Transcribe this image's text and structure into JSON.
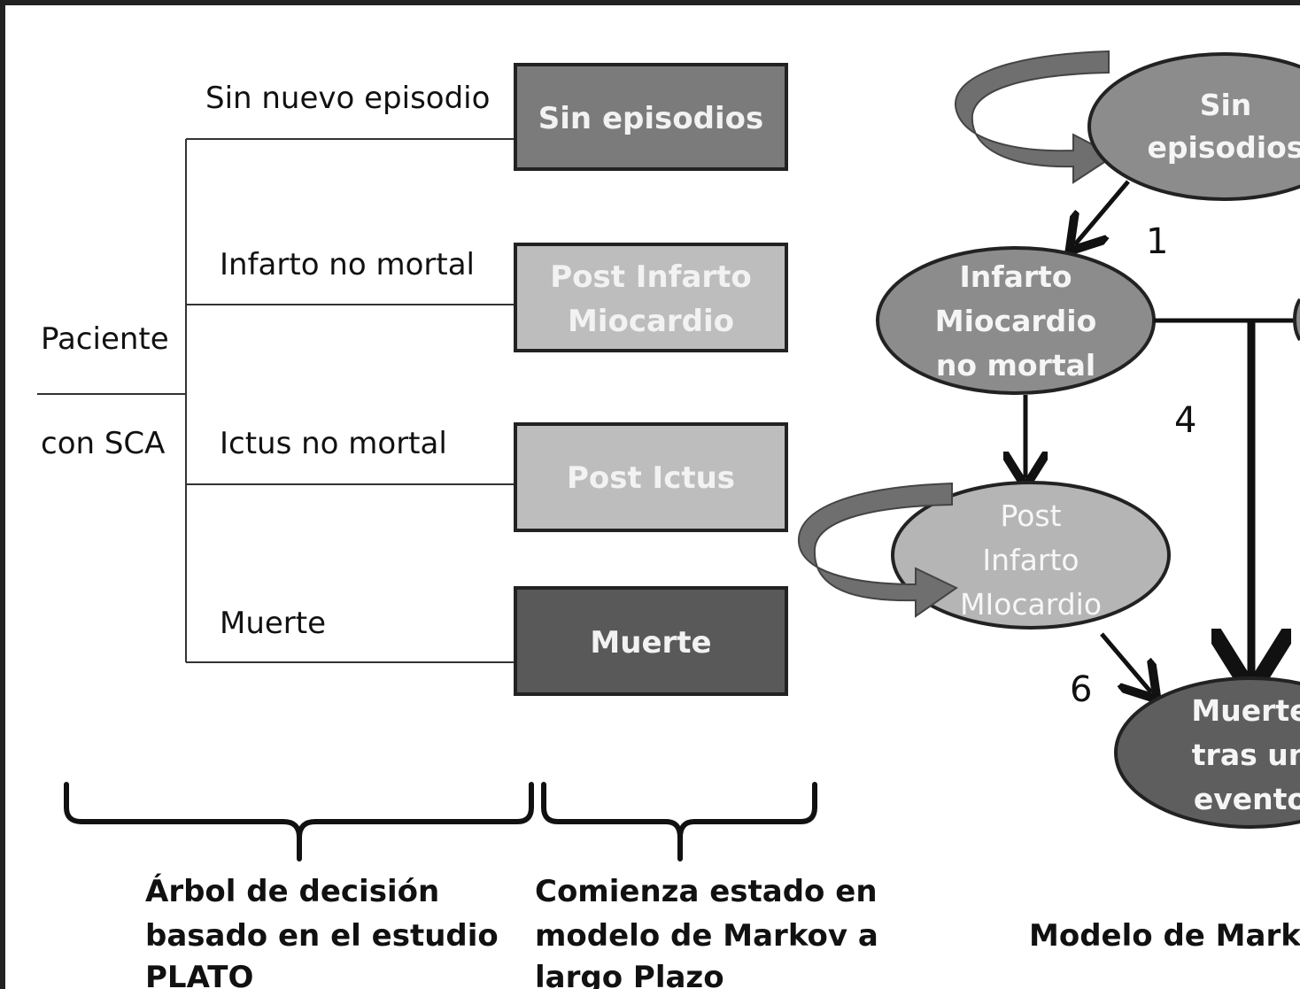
{
  "tree": {
    "root_line1": "Paciente",
    "root_line2": "con SCA",
    "branches": [
      {
        "label": "Sin nuevo episodio",
        "box": [
          "Sin episodios"
        ]
      },
      {
        "label": "Infarto no mortal",
        "box": [
          "Post Infarto",
          "Miocardio"
        ]
      },
      {
        "label": "Ictus no mortal",
        "box": [
          "Post Ictus"
        ]
      },
      {
        "label": "Muerte",
        "box": [
          "Muerte"
        ]
      }
    ]
  },
  "markov": {
    "nodes": {
      "sin_episodios": [
        "Sin",
        "episodios"
      ],
      "infarto": [
        "Infarto",
        "Miocardio",
        "no mortal"
      ],
      "post_infarto": [
        "Post",
        "Infarto",
        "MIocardio"
      ],
      "muerte": [
        "Muerte",
        "tras un",
        "evento"
      ]
    },
    "numbers": [
      "1",
      "4",
      "6"
    ]
  },
  "captions": {
    "tree": [
      "Árbol de decisión",
      "basado en el estudio",
      "PLATO"
    ],
    "start": [
      "Comienza estado en",
      "modelo de Markov a",
      "largo Plazo"
    ],
    "markov": "Modelo de Markov"
  },
  "colors": {
    "box_mid": "#7b7b7b",
    "box_light": "#bdbdbd",
    "box_dark": "#595959",
    "node_mid": "#8c8c8c",
    "node_light": "#b5b5b5",
    "node_dark": "#5e5e5e",
    "arrow_loop": "#6f6f6f"
  }
}
